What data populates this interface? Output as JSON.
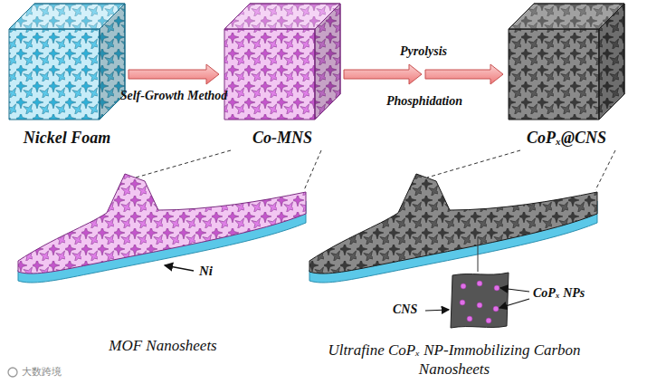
{
  "diagram": {
    "nodes": [
      {
        "text": [
          "Nickel Foam"
        ]
      },
      {
        "text": [
          "Co-MNS"
        ]
      },
      {
        "text": [
          "CoPₓ@CNS"
        ]
      },
      {
        "text": [
          "MOF Nanosheets"
        ]
      },
      {
        "text": [
          "Ultrafine CoPₓ NP-Immobilizing Carbon Nanosheets"
        ]
      }
    ],
    "edges": [
      {
        "from": 0,
        "to": 1,
        "arrow": "to",
        "label": "Self-Growth Method"
      },
      {
        "from": 1,
        "to": 2,
        "arrow": "to",
        "label": "Pyrolysis"
      }
    ],
    "labels": [
      "Phosphidation",
      "Ni",
      "CNS",
      "CoPₓ NPs",
      "大数跨境"
    ]
  }
}
